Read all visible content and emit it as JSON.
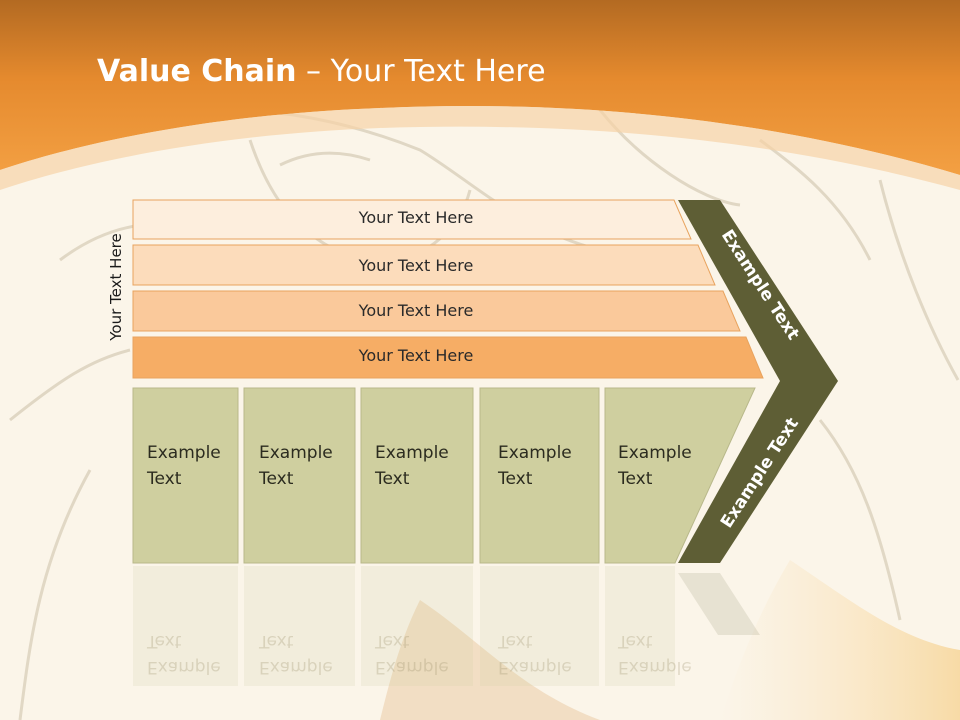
{
  "title": {
    "bold": "Value Chain",
    "rest": " – Your Text Here"
  },
  "side_label": "Your Text Here",
  "rows": [
    "Your Text Here",
    "Your Text Here",
    "Your Text Here",
    "Your Text Here"
  ],
  "cells": [
    {
      "line1": "Example",
      "line2": "Text"
    },
    {
      "line1": "Example",
      "line2": "Text"
    },
    {
      "line1": "Example",
      "line2": "Text"
    },
    {
      "line1": "Example",
      "line2": "Text"
    },
    {
      "line1": "Example",
      "line2": "Text"
    }
  ],
  "chevron_top": "Example Text",
  "chevron_bottom": "Example Text",
  "colors": {
    "header_orange": "#ef9a3c",
    "row_1": "#fdeedd",
    "row_2": "#fcdcbb",
    "row_3": "#fac99b",
    "row_4": "#f6ad65",
    "cell_fill": "#cfcf9f",
    "chevron_fill": "#5e5e35"
  }
}
